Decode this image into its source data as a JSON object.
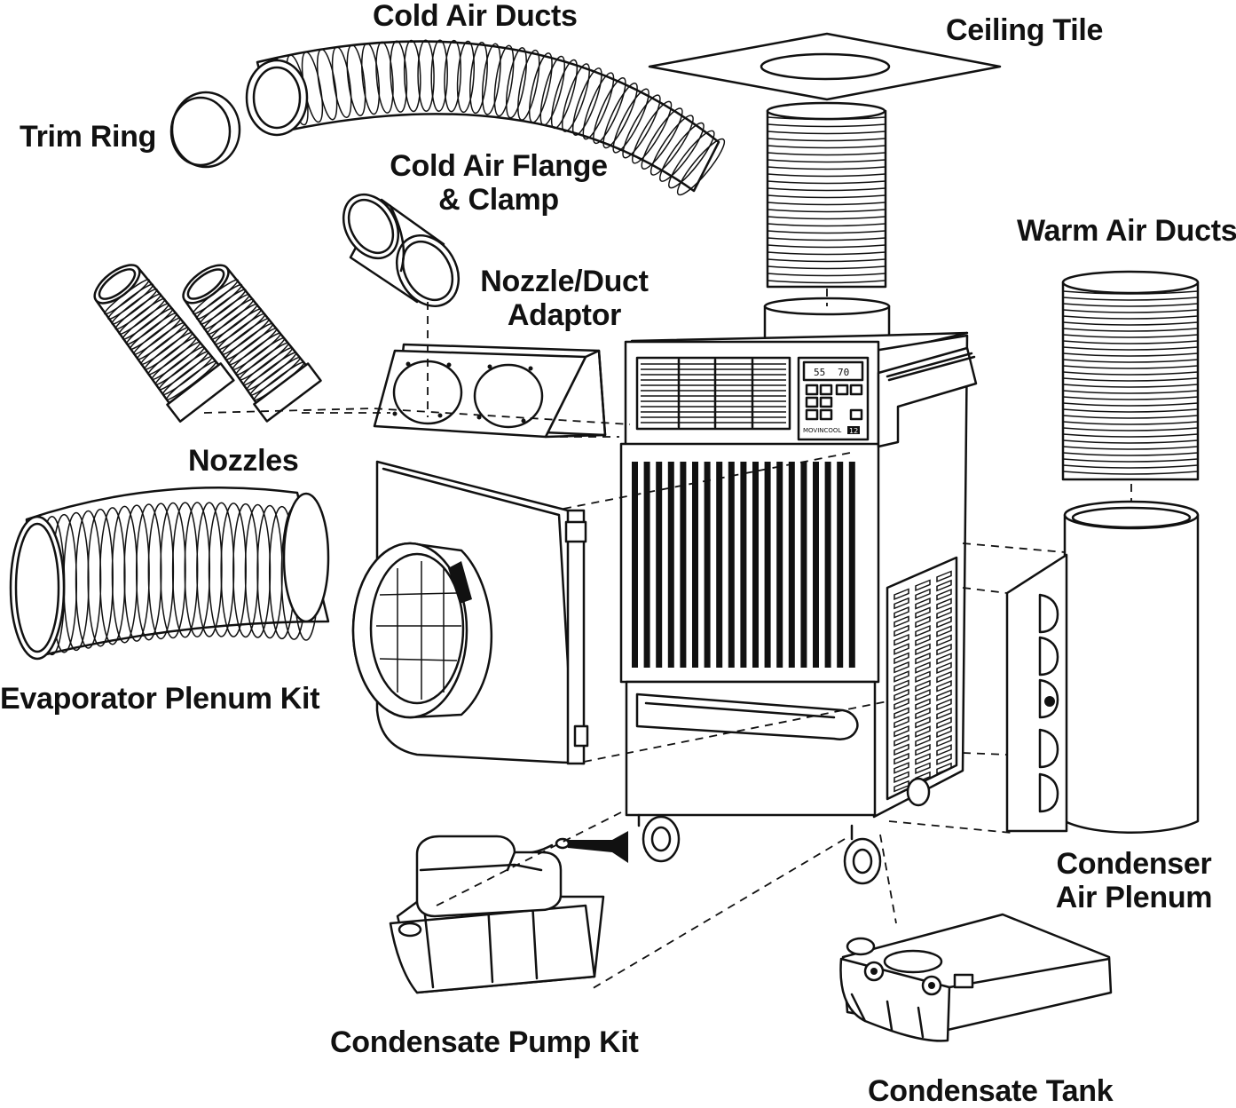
{
  "labels": {
    "cold_air_ducts": "Cold Air Ducts",
    "ceiling_tile": "Ceiling Tile",
    "trim_ring": "Trim Ring",
    "cold_air_flange_line1": "Cold Air Flange",
    "cold_air_flange_line2": "& Clamp",
    "warm_air_ducts": "Warm Air Ducts",
    "nozzle_adaptor_line1": "Nozzle/Duct",
    "nozzle_adaptor_line2": "Adaptor",
    "nozzles": "Nozzles",
    "evaporator_plenum_kit": "Evaporator Plenum Kit",
    "condenser_line1": "Condenser",
    "condenser_line2": "Air Plenum",
    "condensate_pump_kit": "Condensate Pump Kit",
    "condensate_tank": "Condensate Tank"
  },
  "unit_panel": {
    "display_left": "55",
    "display_right": "70",
    "brand": "MOVINCOOL",
    "model": "12"
  },
  "colors": {
    "line": "#111111",
    "background": "#ffffff"
  }
}
